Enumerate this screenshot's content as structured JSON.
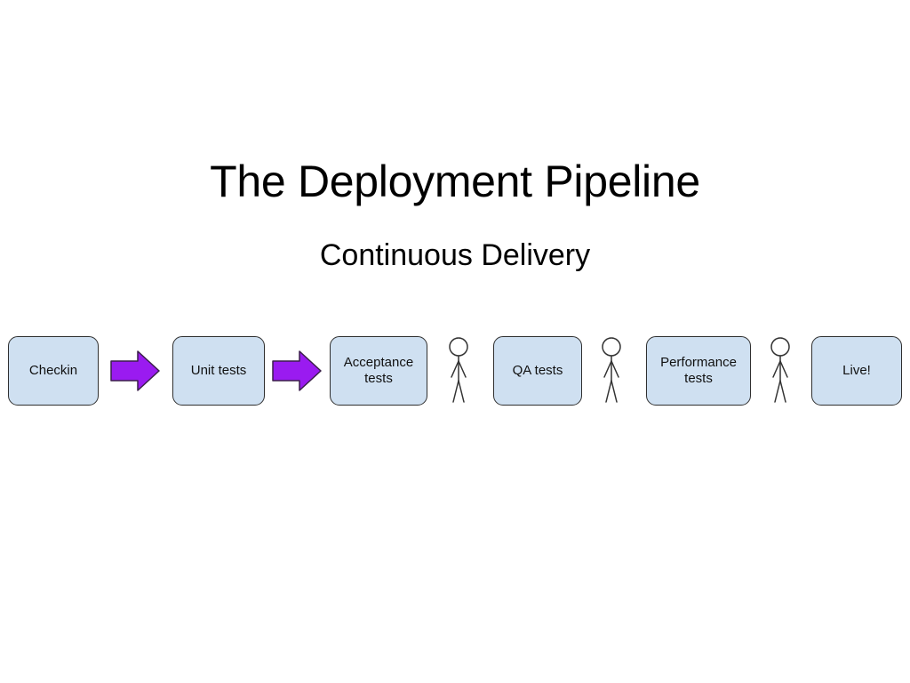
{
  "slide": {
    "title": "The Deployment Pipeline",
    "subtitle": "Continuous Delivery"
  },
  "pipeline": {
    "stages": [
      {
        "label": "Checkin"
      },
      {
        "label": "Unit tests"
      },
      {
        "label": "Acceptance\ntests"
      },
      {
        "label": "QA tests"
      },
      {
        "label": "Performance\ntests"
      },
      {
        "label": "Live!"
      }
    ],
    "connectors": [
      "arrow",
      "arrow",
      "person",
      "person",
      "person"
    ],
    "colors": {
      "stage_fill": "#cfe0f1",
      "stage_border": "#2f2f2f",
      "arrow_fill": "#9a1bf0",
      "arrow_stroke": "#3a1f4a",
      "person_stroke": "#333333"
    },
    "icons": {
      "arrow": "right-arrow-icon",
      "person": "person-icon"
    }
  }
}
